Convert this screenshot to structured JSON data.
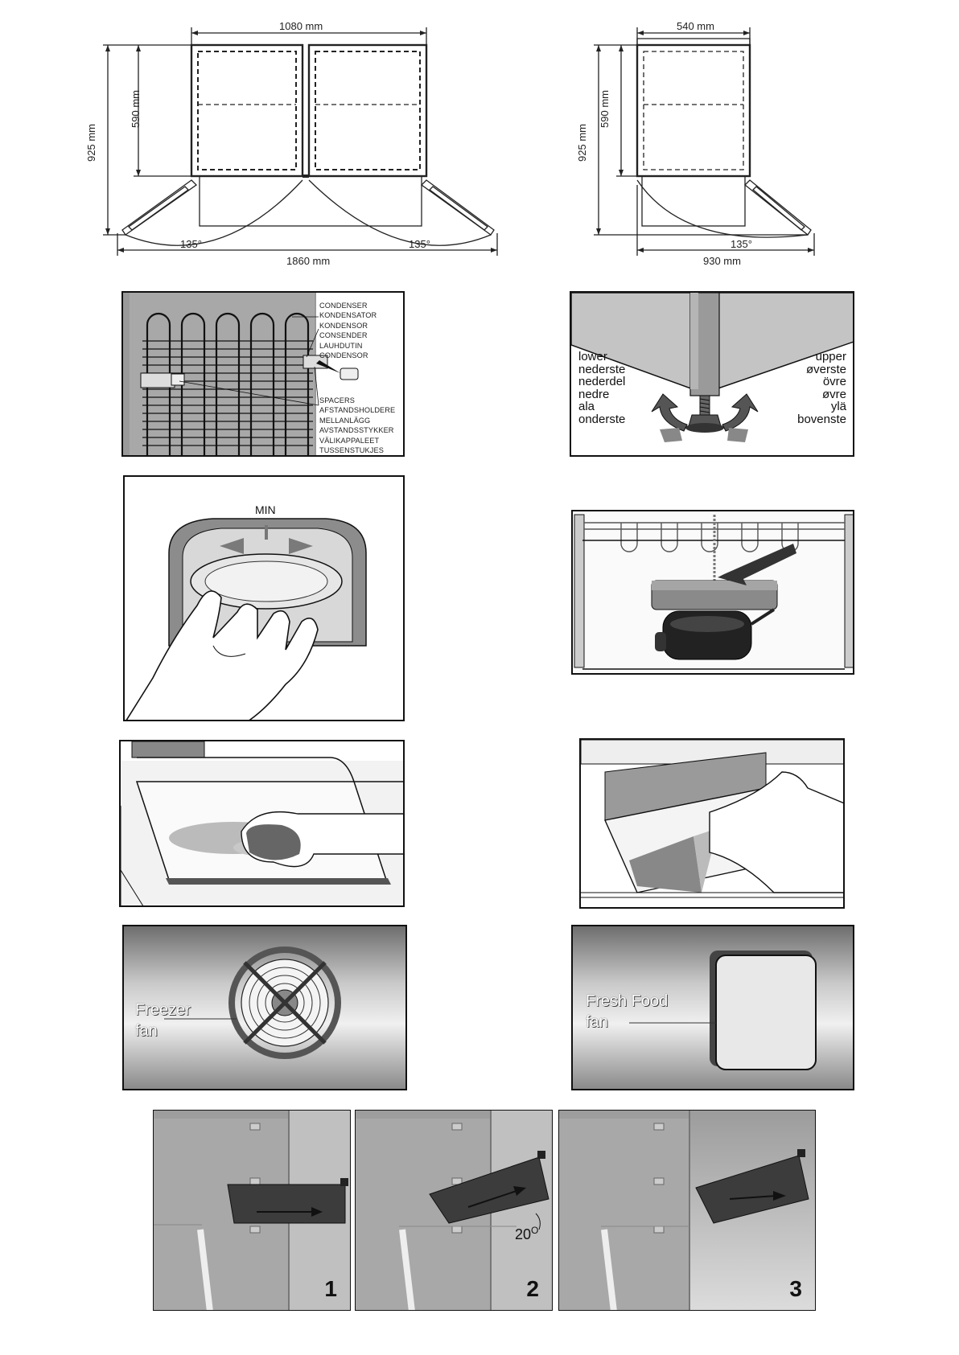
{
  "top_left": {
    "width_label": "1080 mm",
    "height_outer_label": "925 mm",
    "height_inner_label": "590 mm",
    "angle_left_label": "135°",
    "angle_right_label": "135°",
    "total_width_label": "1860 mm"
  },
  "top_right": {
    "width_label": "540 mm",
    "height_outer_label": "925 mm",
    "height_inner_label": "590 mm",
    "angle_label": "135°",
    "total_width_label": "930 mm"
  },
  "condenser": {
    "names": [
      "CONDENSER",
      "KONDENSATOR",
      "KONDENSOR",
      "CONSENDER",
      "LAUHDUTIN",
      "CONDENSOR"
    ],
    "spacers": [
      "SPACERS",
      "AFSTANDSHOLDERE",
      "MELLANLÄGG",
      "AVSTANDSSTYKKER",
      "VÄLIKAPPALEET",
      "TUSSENSTUKJES"
    ]
  },
  "leveling": {
    "lower": [
      "lower",
      "nederste",
      "nederdel",
      "nedre",
      "ala",
      "onderste"
    ],
    "upper": [
      "upper",
      "øverste",
      "övre",
      "øvre",
      "ylä",
      "bovenste"
    ]
  },
  "thermostat": {
    "min_label": "MIN"
  },
  "fans": {
    "freezer_label": [
      "Freezer",
      "fan"
    ],
    "fresh_label": [
      "Fresh Food",
      "fan"
    ]
  },
  "steps": {
    "labels": [
      "1",
      "2",
      "3"
    ],
    "angle_label": "20",
    "angle_sup": "O"
  },
  "colors": {
    "line": "#222222",
    "panel_gray": "#bdbdbd",
    "dark_part": "#3a3a3a"
  }
}
